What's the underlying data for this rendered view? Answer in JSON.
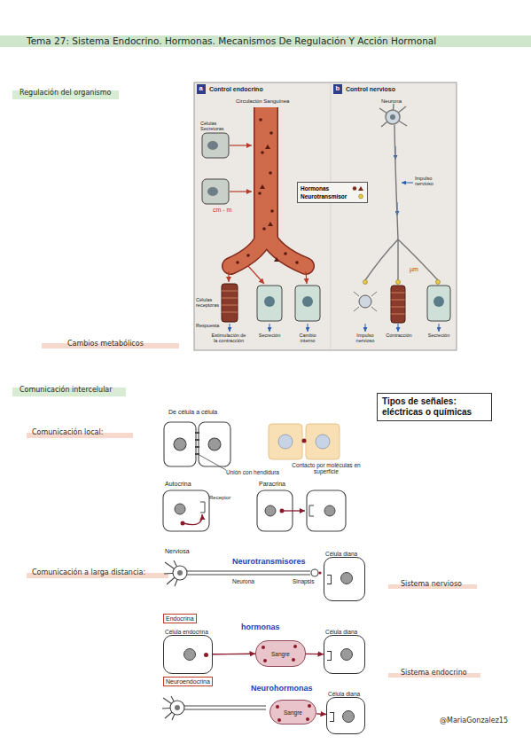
{
  "diagram": {
    "title": "Tema 27: Sistema Endocrino. Hormonas. Mecanismos De Regulación Y Acción Hormonal",
    "nodes": [
      {
        "text": [
          "Tipos de señales: eléctricas o químicas"
        ]
      },
      {
        "text": [
          "Célula diana"
        ]
      },
      {
        "text": [
          "Endocrina"
        ]
      },
      {
        "text": [
          "Célula endocrina"
        ]
      },
      {
        "text": [
          "Sangre"
        ]
      },
      {
        "text": [
          "Célula diana"
        ]
      },
      {
        "text": [
          "Neuroendocrina"
        ]
      },
      {
        "text": [
          "Sangre"
        ]
      },
      {
        "text": [
          "Célula diana"
        ]
      }
    ],
    "edges": [
      {
        "from": 3,
        "to": 4,
        "arrow": "to"
      },
      {
        "from": 4,
        "to": 5,
        "arrow": "to"
      },
      {
        "from": 7,
        "to": 8,
        "arrow": "to"
      }
    ],
    "labels": [
      "Regulación del organismo",
      "a",
      "Control endocrino",
      "b",
      "Control nervioso",
      "Circulación Sanguínea",
      "Neurona",
      "Células Secretoras",
      "Impulso nervioso",
      "cm - m",
      "µm",
      "Células receptoras",
      "Respuesta",
      "Estimulación de la contracción",
      "Secreción",
      "Cambio interno",
      "Impulso nervioso",
      "Contracción",
      "Secreción",
      "Cambios metabólicos",
      "Comunicación intercelular",
      "Comunicación local:",
      "De célula a célula",
      "Unión con hendidura",
      "Contacto por moléculas en superficie",
      "Autocrina",
      "Receptor",
      "Paracrina",
      "Nerviosa",
      "Neurotransmisores",
      "Comunicación a larga distancia:",
      "Neurona",
      "Sinapsis",
      "Sistema nervioso",
      "hormonas",
      "Sistema endocrino",
      "Neurohormonas",
      "@MariaGonzalez15"
    ],
    "legend": [
      {
        "text": "Hormonas"
      },
      {
        "text": "Neurotransmisor"
      }
    ]
  }
}
